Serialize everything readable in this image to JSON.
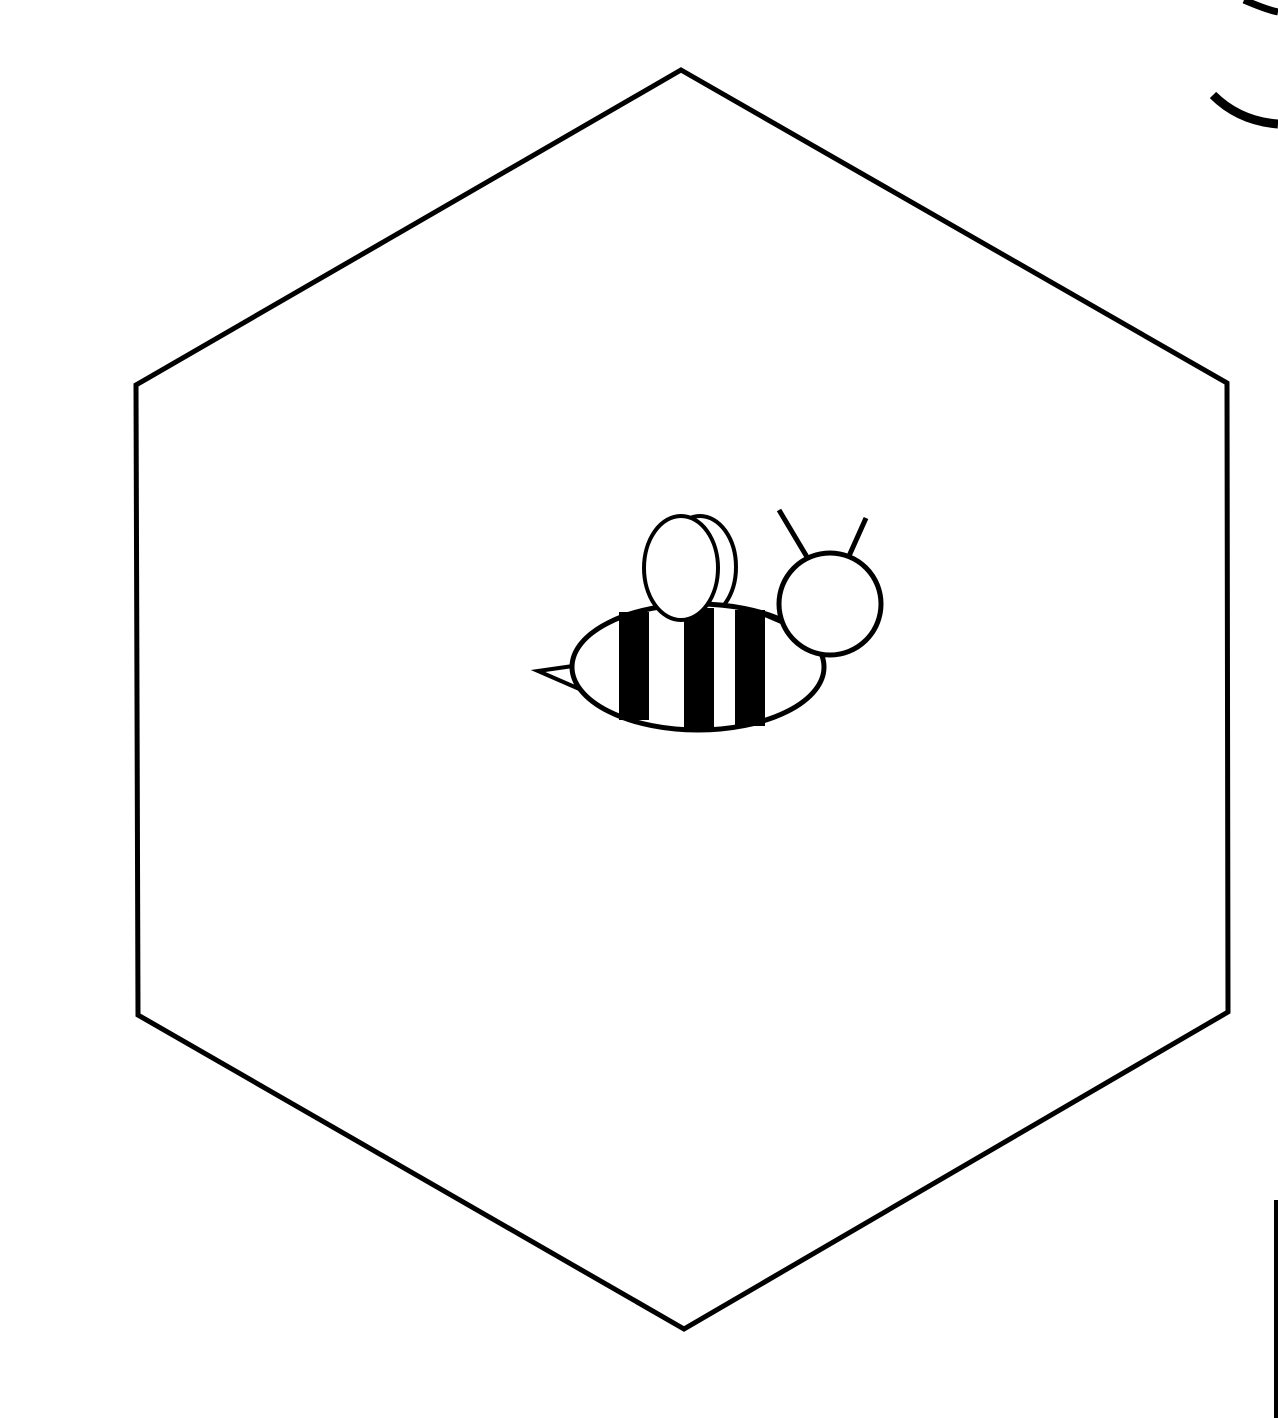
{
  "page": {
    "background": "#ffffff",
    "stroke_color": "#000000",
    "fill_color": "#ffffff"
  },
  "illustration": {
    "subject": "bee",
    "frame_shape": "hexagon",
    "body_stripes": 3,
    "antennae": 2,
    "wings": 2
  }
}
